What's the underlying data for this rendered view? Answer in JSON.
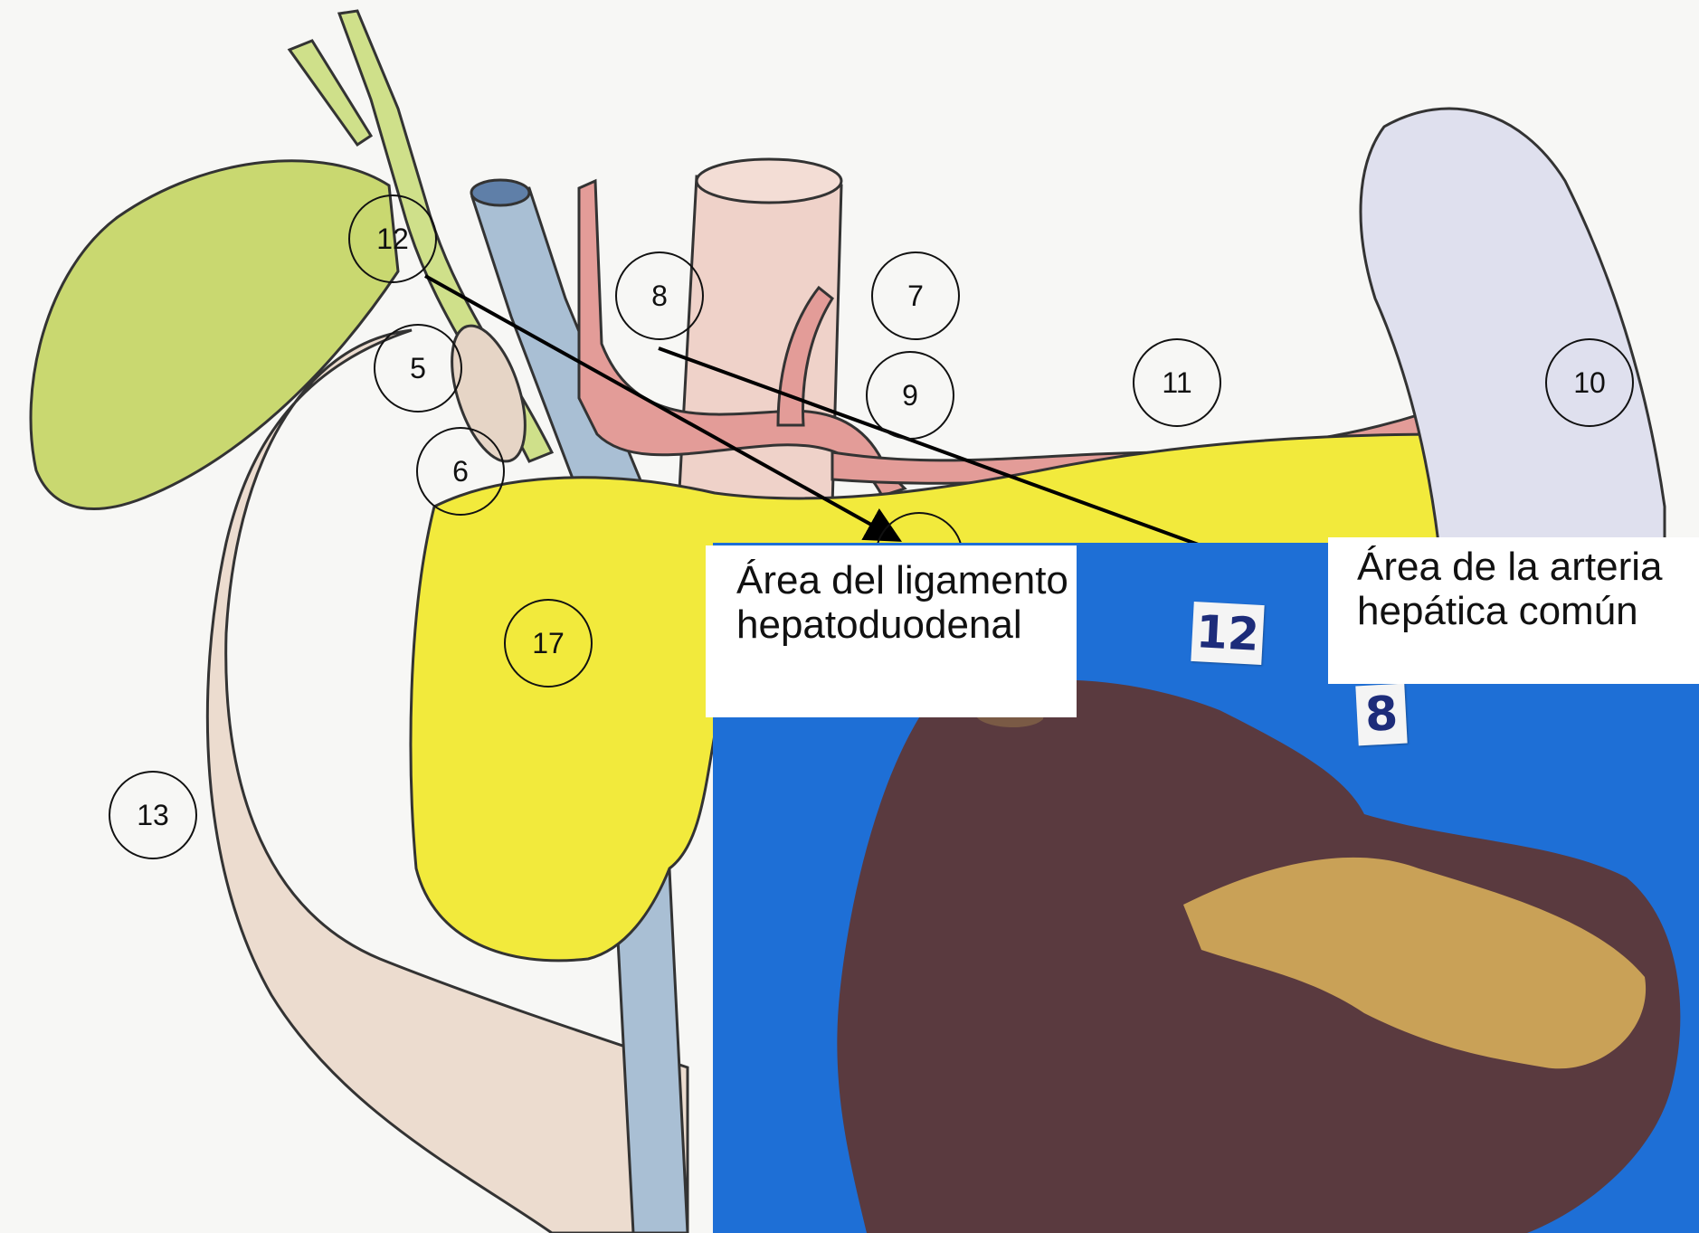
{
  "stations": [
    "12",
    "8",
    "7",
    "5",
    "9",
    "11",
    "10",
    "6",
    "17",
    "13"
  ],
  "labels": {
    "hepatoduodenal": "Área del ligamento hepatoduodenal",
    "hepatica": "Área de la arteria hepática común"
  },
  "photo_cards": {
    "card_12": "12",
    "card_8": "8"
  },
  "colors": {
    "gallbladder": "#c9d870",
    "bile_duct": "#cfe08a",
    "pancreas": "#f2ea3c",
    "duodenum": "#ecdccf",
    "vein": "#a9bfd4",
    "artery": "#e39c98",
    "aorta": "#efd2c9",
    "spleen": "#dfe0ee",
    "photo_background": "#1e6fd6"
  }
}
